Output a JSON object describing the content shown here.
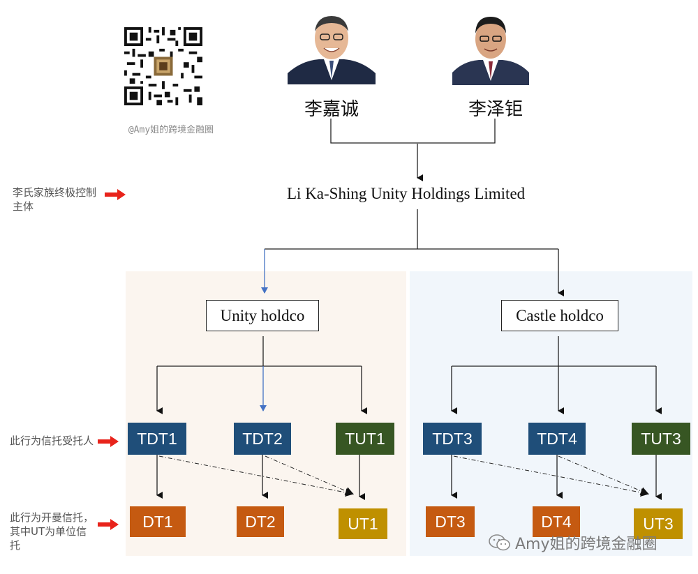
{
  "handle": "@Amy姐的跨境金融圈",
  "people": [
    {
      "name": "李嘉诚"
    },
    {
      "name": "李泽钜"
    }
  ],
  "top_entity": "Li Ka-Shing Unity Holdings Limited",
  "holdcos": [
    {
      "label": "Unity holdco"
    },
    {
      "label": "Castle holdco"
    }
  ],
  "trustees": [
    {
      "label": "TDT1",
      "color": "#1f4e79"
    },
    {
      "label": "TDT2",
      "color": "#1f4e79"
    },
    {
      "label": "TUT1",
      "color": "#375623"
    },
    {
      "label": "TDT3",
      "color": "#1f4e79"
    },
    {
      "label": "TDT4",
      "color": "#1f4e79"
    },
    {
      "label": "TUT3",
      "color": "#375623"
    }
  ],
  "trusts": [
    {
      "label": "DT1",
      "color": "#c55a11"
    },
    {
      "label": "DT2",
      "color": "#c55a11"
    },
    {
      "label": "UT1",
      "color": "#bf9000"
    },
    {
      "label": "DT3",
      "color": "#c55a11"
    },
    {
      "label": "DT4",
      "color": "#c55a11"
    },
    {
      "label": "UT3",
      "color": "#bf9000"
    }
  ],
  "side_notes": {
    "ultimate_control": "李氏家族终极控制主体",
    "trustee_row": "此行为信托受托人",
    "trust_row": "此行为开曼信托，其中UT为单位信托"
  },
  "watermark": "Amy姐的跨境金融圈",
  "colors": {
    "left_panel": "#fbf5ef",
    "right_panel": "#f1f6fb",
    "red_arrow": "#e8231b",
    "blue_connector": "#4472c4"
  }
}
